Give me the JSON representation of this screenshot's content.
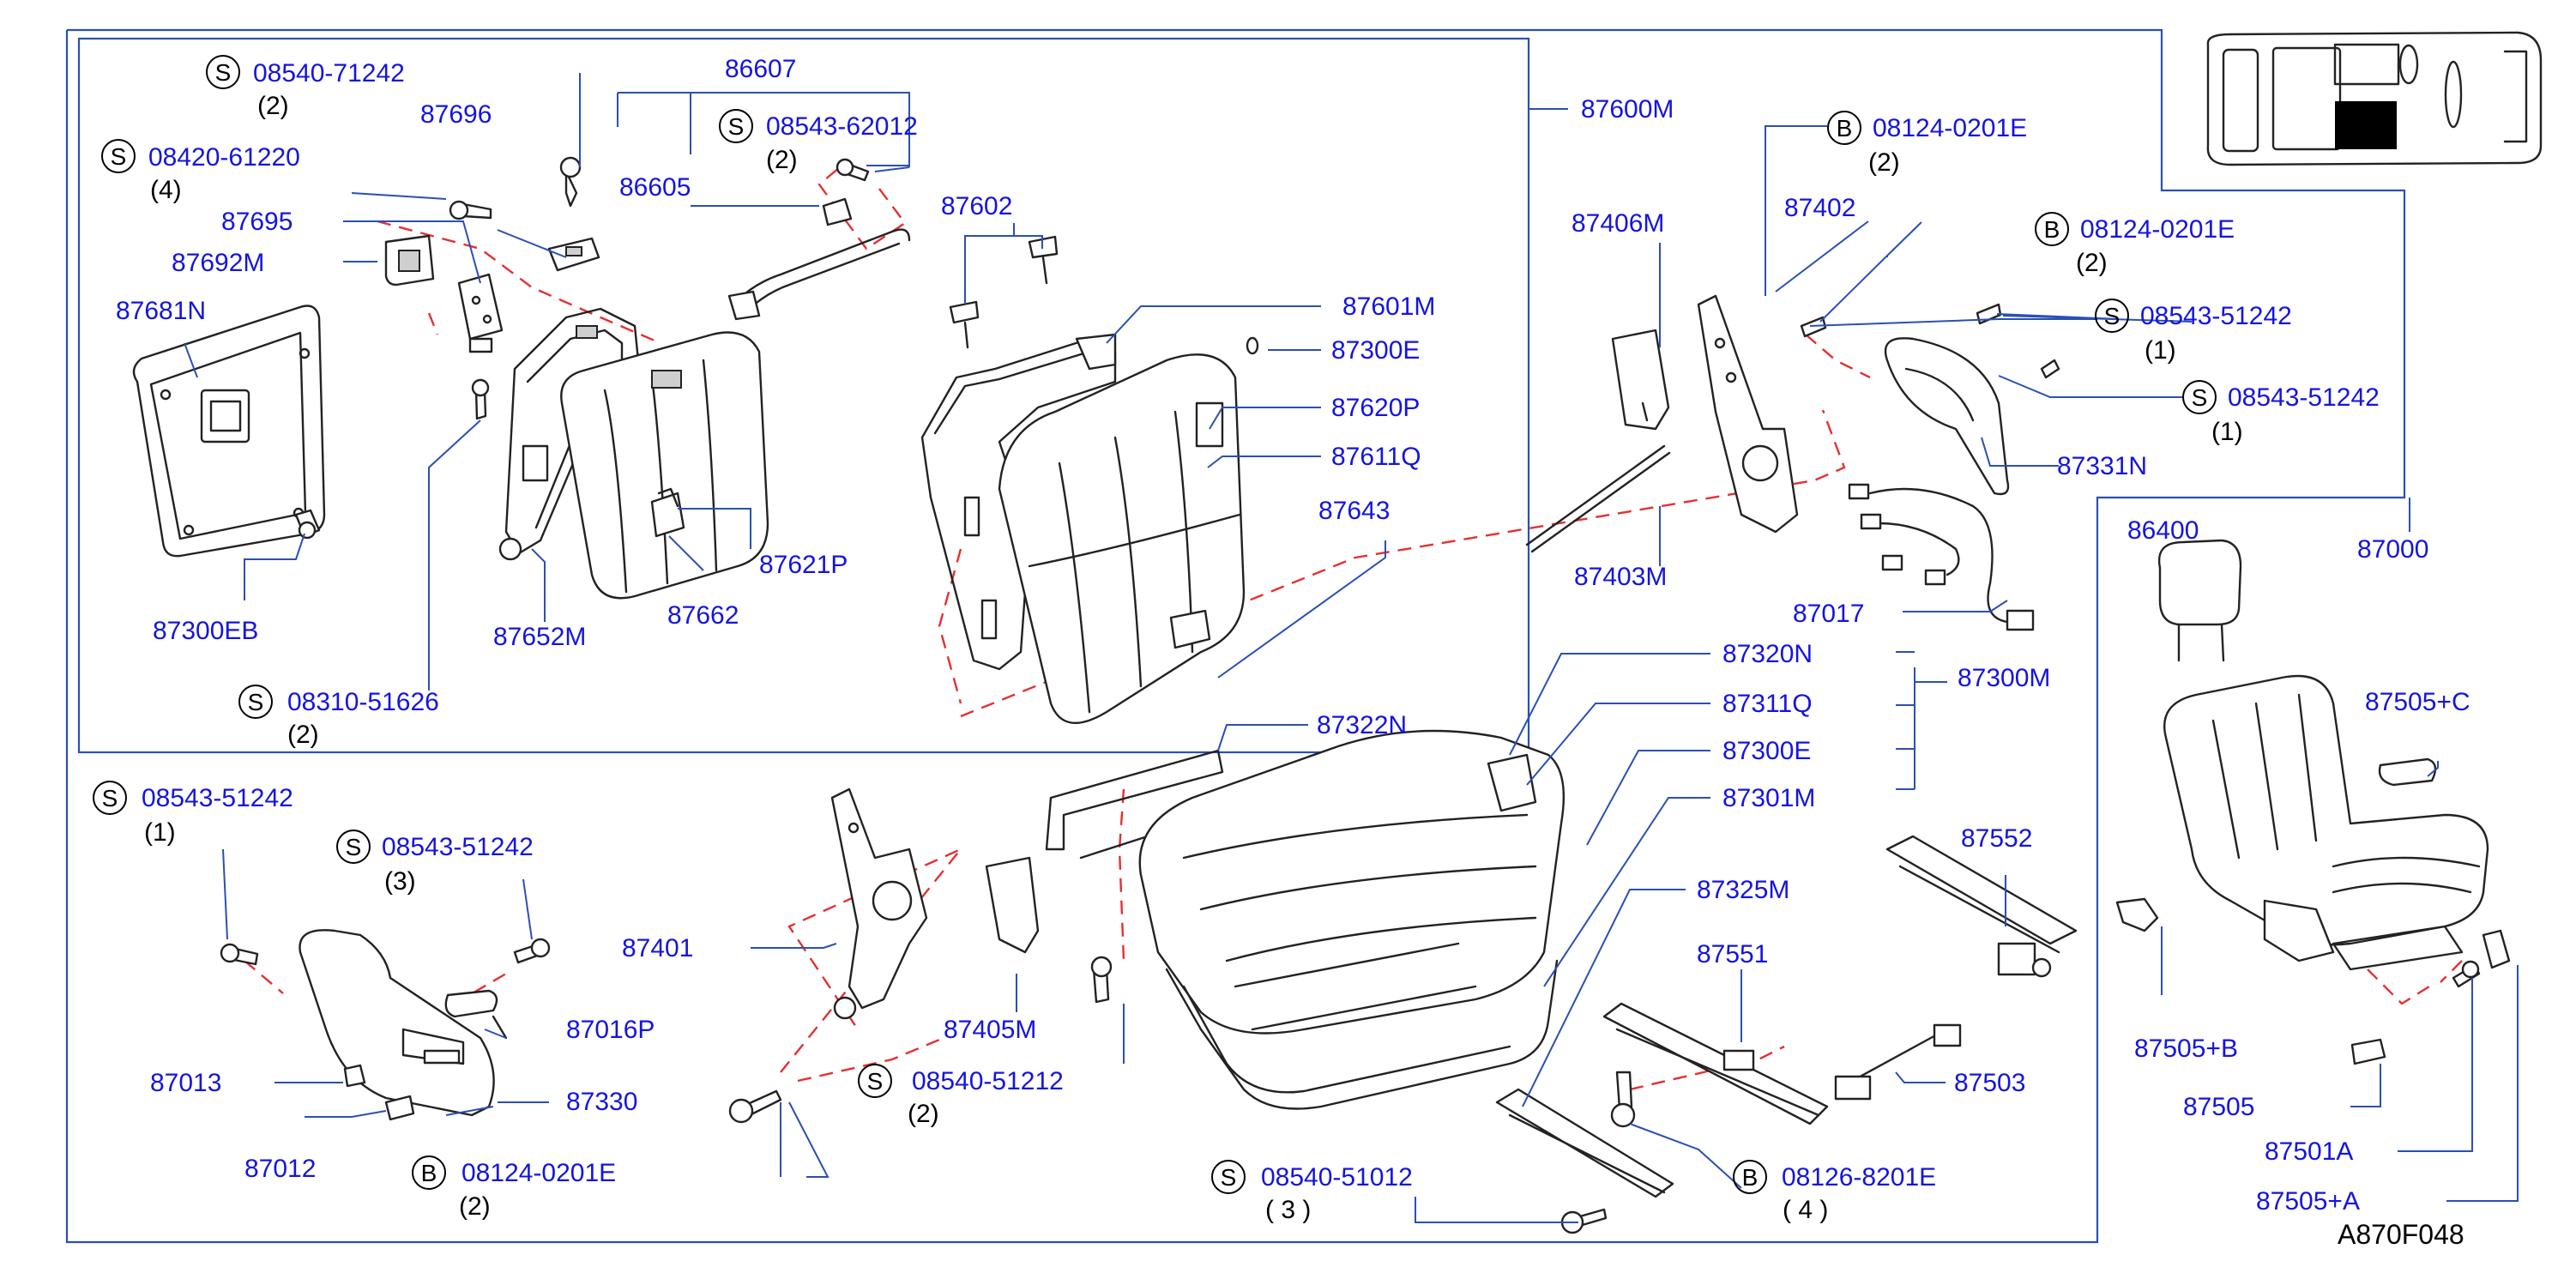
{
  "diagram_code": "A870F048",
  "parts": {
    "p08540_71242": {
      "pn": "08540-71242",
      "qty": "(2)",
      "badge": "S"
    },
    "p08420_61220": {
      "pn": "08420-61220",
      "qty": "(4)",
      "badge": "S"
    },
    "p87696": {
      "pn": "87696"
    },
    "p86607": {
      "pn": "86607"
    },
    "p08543_62012": {
      "pn": "08543-62012",
      "qty": "(2)",
      "badge": "S"
    },
    "p86605": {
      "pn": "86605"
    },
    "p87602": {
      "pn": "87602"
    },
    "p87600M": {
      "pn": "87600M"
    },
    "p87695": {
      "pn": "87695"
    },
    "p87692M": {
      "pn": "87692M"
    },
    "p87681N": {
      "pn": "87681N"
    },
    "p87601M": {
      "pn": "87601M"
    },
    "p87300E_top": {
      "pn": "87300E"
    },
    "p87620P": {
      "pn": "87620P"
    },
    "p87611Q": {
      "pn": "87611Q"
    },
    "p87643": {
      "pn": "87643"
    },
    "p87621P": {
      "pn": "87621P"
    },
    "p87662": {
      "pn": "87662"
    },
    "p87652M": {
      "pn": "87652M"
    },
    "p87300EB": {
      "pn": "87300EB"
    },
    "p08310_51626": {
      "pn": "08310-51626",
      "qty": "(2)",
      "badge": "S"
    },
    "p08124_0201E_a": {
      "pn": "08124-0201E",
      "qty": "(2)",
      "badge": "B"
    },
    "p87406M": {
      "pn": "87406M"
    },
    "p87402": {
      "pn": "87402"
    },
    "p08124_0201E_b": {
      "pn": "08124-0201E",
      "qty": "(2)",
      "badge": "B"
    },
    "p08543_51242_r1": {
      "pn": "08543-51242",
      "qty": "(1)",
      "badge": "S"
    },
    "p08543_51242_r2": {
      "pn": "08543-51242",
      "qty": "(1)",
      "badge": "S"
    },
    "p87331N": {
      "pn": "87331N"
    },
    "p87403M": {
      "pn": "87403M"
    },
    "p87017": {
      "pn": "87017"
    },
    "p87000": {
      "pn": "87000"
    },
    "p86400": {
      "pn": "86400"
    },
    "p87505C": {
      "pn": "87505+C"
    },
    "p87320N": {
      "pn": "87320N"
    },
    "p87311Q": {
      "pn": "87311Q"
    },
    "p87300M": {
      "pn": "87300M"
    },
    "p87300E_mid": {
      "pn": "87300E"
    },
    "p87301M": {
      "pn": "87301M"
    },
    "p87322N": {
      "pn": "87322N"
    },
    "p87552": {
      "pn": "87552"
    },
    "p87325M": {
      "pn": "87325M"
    },
    "p87551": {
      "pn": "87551"
    },
    "p87503": {
      "pn": "87503"
    },
    "p87505B": {
      "pn": "87505+B"
    },
    "p87505": {
      "pn": "87505"
    },
    "p87501A": {
      "pn": "87501A"
    },
    "p87505A": {
      "pn": "87505+A"
    },
    "p08543_51242_l1": {
      "pn": "08543-51242",
      "qty": "(1)",
      "badge": "S"
    },
    "p08543_51242_l3": {
      "pn": "08543-51242",
      "qty": "(3)",
      "badge": "S"
    },
    "p87401": {
      "pn": "87401"
    },
    "p87405M": {
      "pn": "87405M"
    },
    "p87016P": {
      "pn": "87016P"
    },
    "p87013": {
      "pn": "87013"
    },
    "p87330": {
      "pn": "87330"
    },
    "p87012": {
      "pn": "87012"
    },
    "p08124_0201E_c": {
      "pn": "08124-0201E",
      "qty": "(2)",
      "badge": "B"
    },
    "p08540_51212": {
      "pn": "08540-51212",
      "qty": "(2)",
      "badge": "S"
    },
    "p08540_51012": {
      "pn": "08540-51012",
      "qty": "( 3 )",
      "badge": "S"
    },
    "p08126_8201E": {
      "pn": "08126-8201E",
      "qty": "( 4 )",
      "badge": "B"
    }
  }
}
